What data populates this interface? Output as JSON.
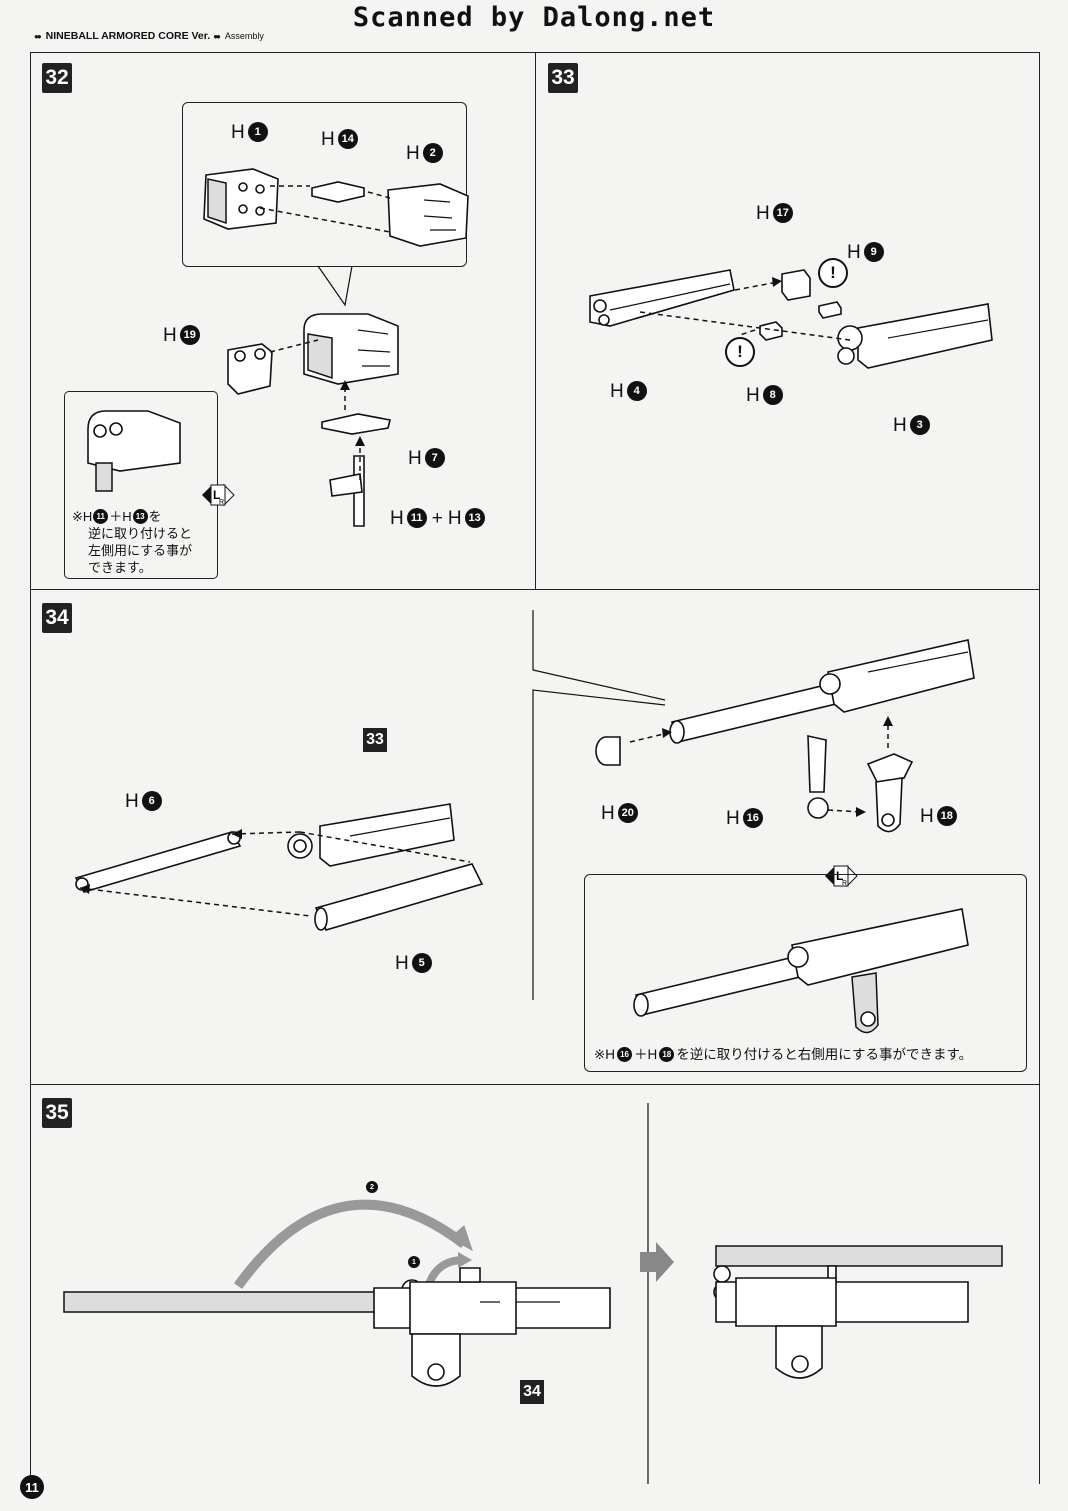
{
  "watermark": "Scanned by Dalong.net",
  "header": {
    "title": "NINEBALL ARMORED CORE Ver.",
    "subtitle": "Assembly"
  },
  "page_number": "11",
  "steps": {
    "s32": {
      "number": "32",
      "parts": {
        "h1": "1",
        "h14": "14",
        "h2": "2",
        "h19": "19",
        "h7": "7",
        "h11": "11",
        "h13": "13"
      },
      "note": "※H⓫＋H⓭を逆に取り付けると左側用にする事ができます。",
      "note_lines": [
        "※H",
        "＋H",
        "を",
        "逆に取り付けると",
        "左側用にする事が",
        "できます。"
      ]
    },
    "s33": {
      "number": "33",
      "parts": {
        "h17": "17",
        "h9": "9",
        "h4": "4",
        "h8": "8",
        "h3": "3"
      },
      "caution": "!"
    },
    "s34": {
      "number": "34",
      "ref": "33",
      "parts": {
        "h6": "6",
        "h5": "5",
        "h20": "20",
        "h16": "16",
        "h18": "18"
      },
      "note_parts": [
        "※H",
        "＋H",
        "を逆に取り付けると右側用にする事ができます。"
      ]
    },
    "s35": {
      "number": "35",
      "ref": "34",
      "arrow1": "1",
      "arrow2": "2"
    }
  },
  "part_letter": "H",
  "lr_icon": {
    "l": "L",
    "r": "R"
  },
  "colors": {
    "ink": "#111111",
    "paper": "#f4f4f2",
    "fill_gray": "#dddddd"
  }
}
